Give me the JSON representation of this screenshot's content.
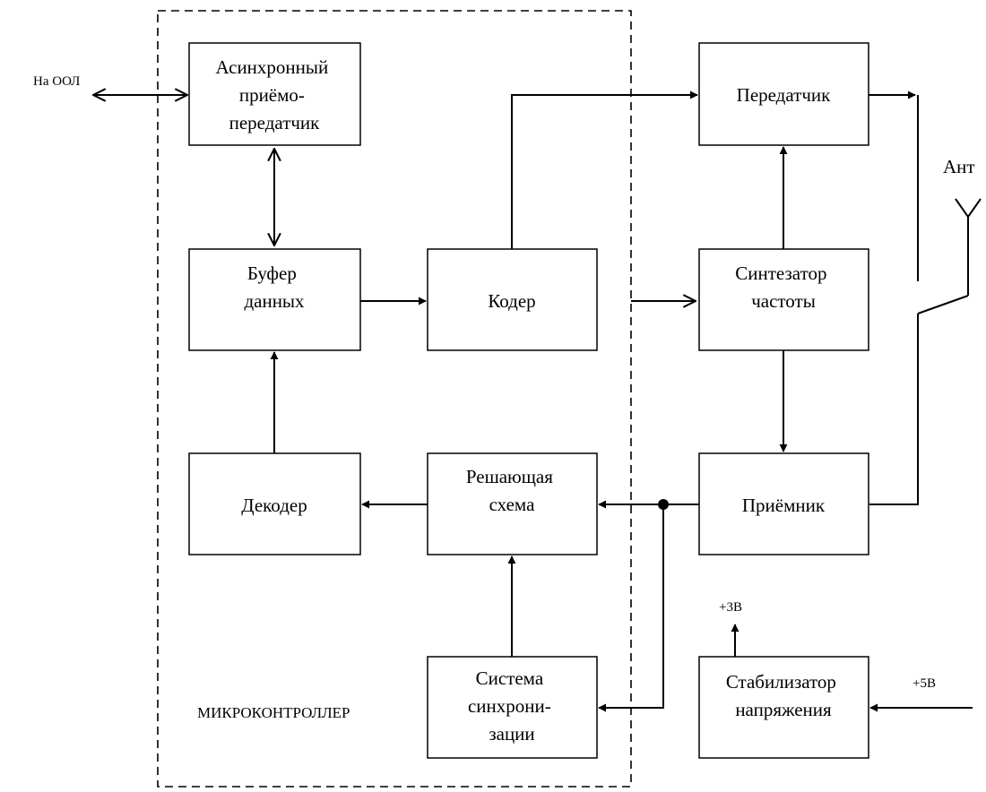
{
  "diagram": {
    "container_label": "МИКРОКОНТРОЛЛЕР",
    "blocks": {
      "uart": [
        "Асинхронный",
        "приёмо-",
        "передатчик"
      ],
      "buffer": [
        "Буфер",
        "данных"
      ],
      "coder": [
        "Кодер"
      ],
      "decoder": [
        "Декодер"
      ],
      "decision": [
        "Решающая",
        "схема"
      ],
      "sync": [
        "Система",
        "синхрони-",
        "зации"
      ],
      "transmitter": [
        "Передатчик"
      ],
      "synth": [
        "Синтезатор",
        "частоты"
      ],
      "receiver": [
        "Приёмник"
      ],
      "regulator": [
        "Стабилизатор",
        "напряжения"
      ]
    },
    "labels": {
      "ool": "На ООЛ",
      "antenna": "Ант",
      "v3": "+3В",
      "v5": "+5В"
    }
  }
}
